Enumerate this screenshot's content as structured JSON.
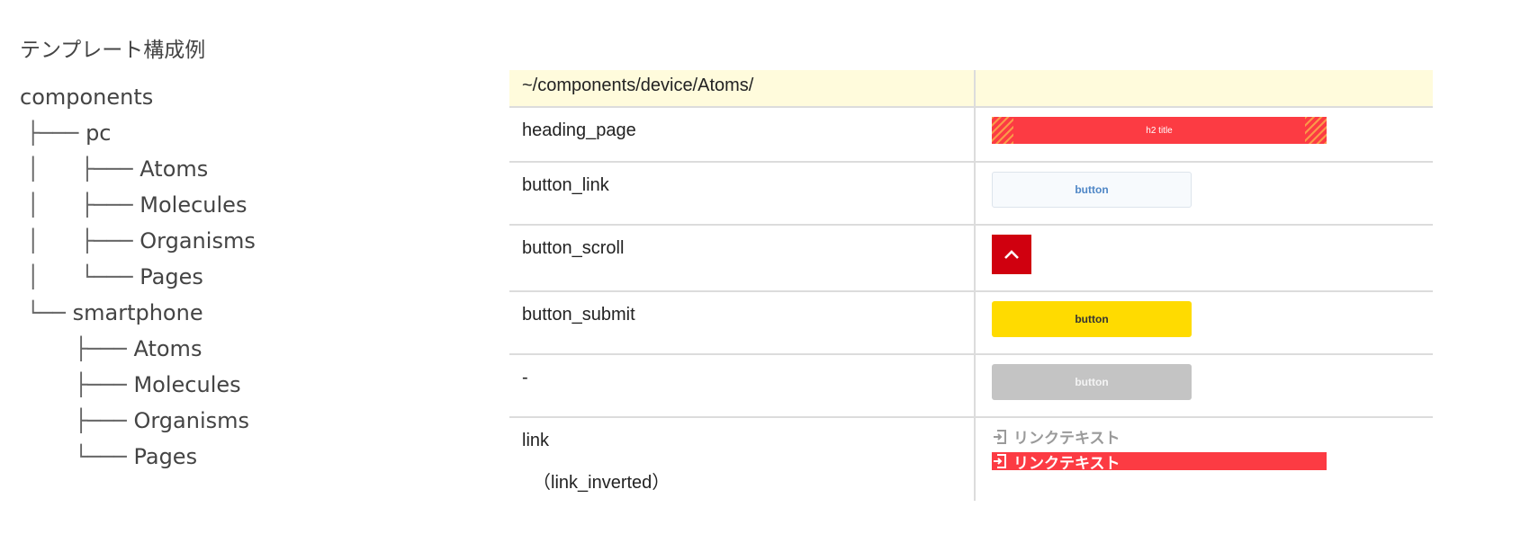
{
  "page_title": "テンプレート構成例",
  "tree": [
    {
      "prefix": "",
      "label": "components"
    },
    {
      "prefix": " ├─── ",
      "label": "pc"
    },
    {
      "prefix": " │      ├─── ",
      "label": "Atoms"
    },
    {
      "prefix": " │      ├─── ",
      "label": "Molecules"
    },
    {
      "prefix": " │      ├─── ",
      "label": "Organisms"
    },
    {
      "prefix": " │      └─── ",
      "label": "Pages"
    },
    {
      "prefix": " └── ",
      "label": "smartphone"
    },
    {
      "prefix": "        ├─── ",
      "label": "Atoms"
    },
    {
      "prefix": "        ├─── ",
      "label": "Molecules"
    },
    {
      "prefix": "        ├─── ",
      "label": "Organisms"
    },
    {
      "prefix": "        └─── ",
      "label": "Pages"
    }
  ],
  "table": {
    "header_path": "~/components/device/Atoms/",
    "rows": [
      {
        "name": "heading_page",
        "sample_text": "h2 title"
      },
      {
        "name": "button_link",
        "sample_text": "button"
      },
      {
        "name": "button_scroll"
      },
      {
        "name": "button_submit",
        "sample_text": "button"
      },
      {
        "name": "-",
        "sample_text": "button"
      },
      {
        "name": "link",
        "sub_name": "（link_inverted）",
        "sample_text": "リンクテキスト",
        "sample_text_inverted": "リンクテキスト"
      }
    ]
  },
  "colors": {
    "header_bg": "#fffbdc",
    "heading_red": "#fc3b43",
    "scroll_red": "#d0000f",
    "submit_yellow": "#ffdb00",
    "disabled_gray": "#c4c4c4",
    "link_blue": "#4e86c6"
  },
  "icons": {
    "scroll": "chevron-up-icon",
    "link": "login-arrow-icon"
  }
}
